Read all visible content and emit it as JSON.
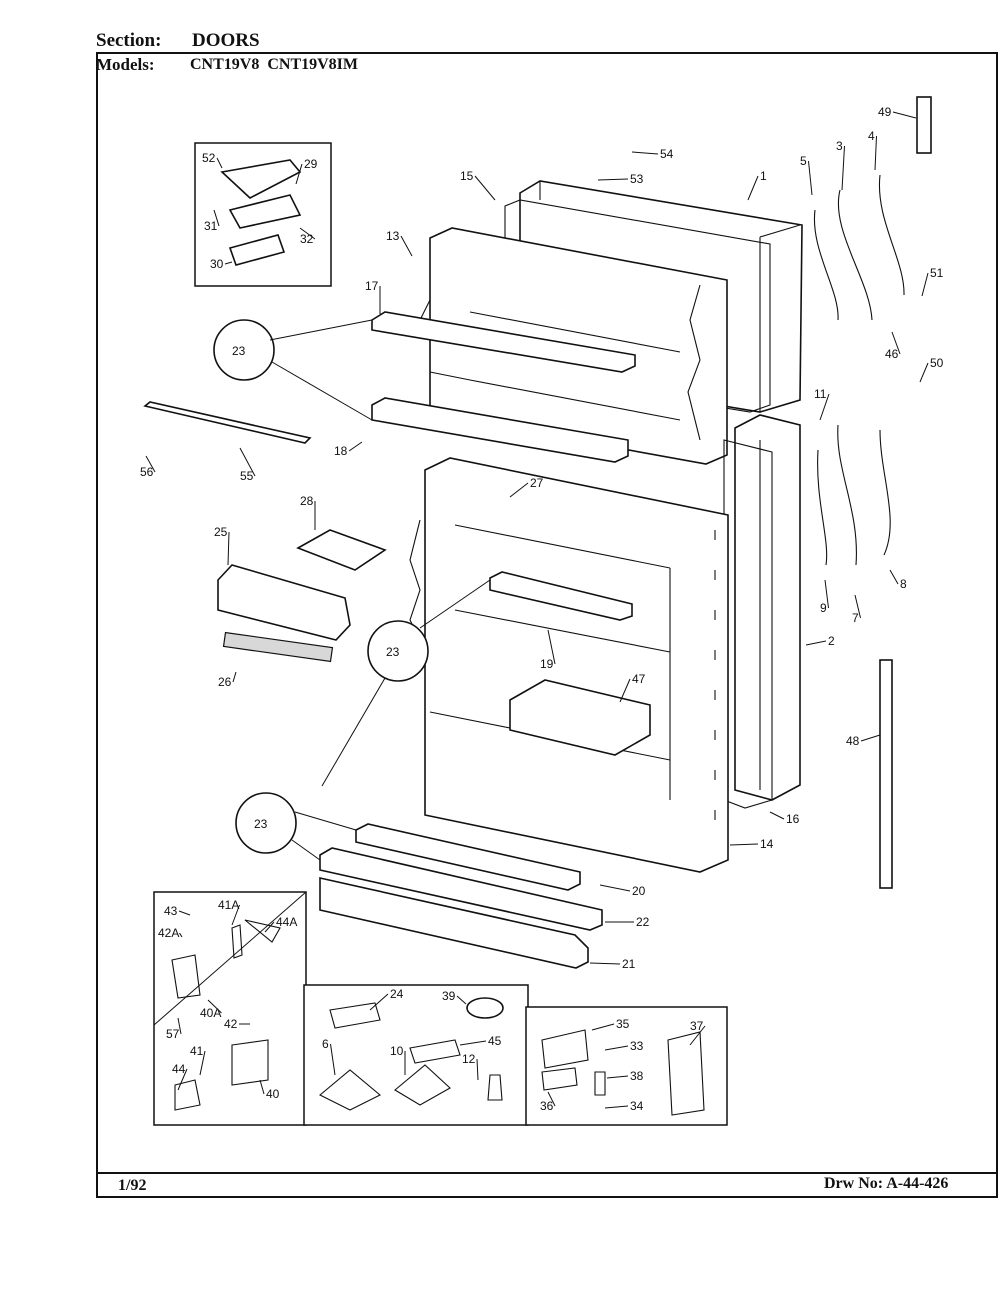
{
  "header": {
    "section_label": "Section:",
    "section_value": "DOORS",
    "models_label": "Models:",
    "models_value": "CNT19V8  CNT19V8IM"
  },
  "footer": {
    "date": "1/92",
    "drawing_number": "Drw No: A-44-426"
  },
  "callouts": [
    "1",
    "2",
    "3",
    "4",
    "5",
    "6",
    "7",
    "8",
    "9",
    "10",
    "11",
    "12",
    "13",
    "14",
    "15",
    "16",
    "17",
    "18",
    "19",
    "20",
    "21",
    "22",
    "23",
    "24",
    "25",
    "26",
    "27",
    "28",
    "29",
    "30",
    "31",
    "32",
    "33",
    "34",
    "35",
    "36",
    "37",
    "38",
    "39",
    "40",
    "40A",
    "41",
    "41A",
    "42",
    "42A",
    "43",
    "44",
    "44A",
    "45",
    "46",
    "47",
    "48",
    "49",
    "50",
    "51",
    "52",
    "53",
    "54",
    "55",
    "56",
    "57"
  ],
  "colors": {
    "ink": "#111111",
    "paper": "#ffffff",
    "shade": "#d8d8d8"
  }
}
